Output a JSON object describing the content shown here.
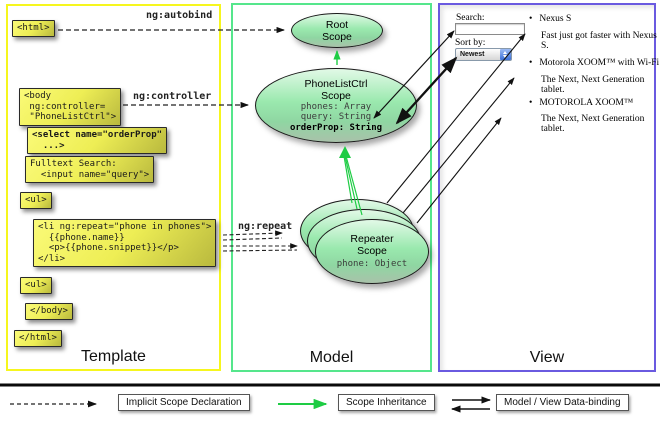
{
  "columns": {
    "template_label": "Template",
    "model_label": "Model",
    "view_label": "View"
  },
  "template_column": {
    "boxes": [
      {
        "id": "html-open",
        "text": "<html>"
      },
      {
        "id": "body-open",
        "text": "<body\n ng:controller=\n \"PhoneListCtrl\">"
      },
      {
        "id": "select",
        "text": "<select name=\"orderProp\"\n  ...>"
      },
      {
        "id": "fulltext",
        "text": "Fulltext Search:\n  <input name=\"query\">"
      },
      {
        "id": "ul-open",
        "text": "<ul>"
      },
      {
        "id": "li-repeat",
        "text": "<li ng:repeat=\"phone in phones\">\n  {{phone.name}}\n  <p>{{phone.snippet}}</p>\n</li>"
      },
      {
        "id": "ul-close",
        "text": "<ul>"
      },
      {
        "id": "body-close",
        "text": "</body>"
      },
      {
        "id": "html-close",
        "text": "</html>"
      }
    ]
  },
  "arrow_labels": {
    "autobind": "ng:autobind",
    "controller": "ng:controller",
    "repeat": "ng:repeat"
  },
  "model_column": {
    "root_scope": {
      "title": "Root\nScope"
    },
    "phonelist_scope": {
      "title": "PhoneListCtrl\nScope",
      "props": [
        "phones: Array",
        "query: String",
        "orderProp: String"
      ]
    },
    "repeater_scope": {
      "title": "Repeater\nScope",
      "prop": "phone: Object"
    }
  },
  "view_column": {
    "search_label": "Search:",
    "search_value": "",
    "sort_label": "Sort by:",
    "sort_value": "Newest",
    "phones": [
      {
        "name": "Nexus S",
        "snippet": "Fast just got faster with Nexus S."
      },
      {
        "name": "Motorola XOOM™ with Wi-Fi",
        "snippet": "The Next, Next Generation tablet."
      },
      {
        "name": "MOTOROLA XOOM™",
        "snippet": "The Next, Next Generation tablet."
      }
    ]
  },
  "legend": {
    "implicit": "Implicit Scope Declaration",
    "inheritance": "Scope Inheritance",
    "databinding": "Model / View Data-binding"
  },
  "colors": {
    "template_border": "#f6f61e",
    "model_border": "#55e68c",
    "view_border": "#6a5ae0",
    "code_box_yellow": "#eeee55",
    "scope_green": "#9ae9ae",
    "inheritance_green": "#1ecc44",
    "arrow_black": "#111111"
  }
}
